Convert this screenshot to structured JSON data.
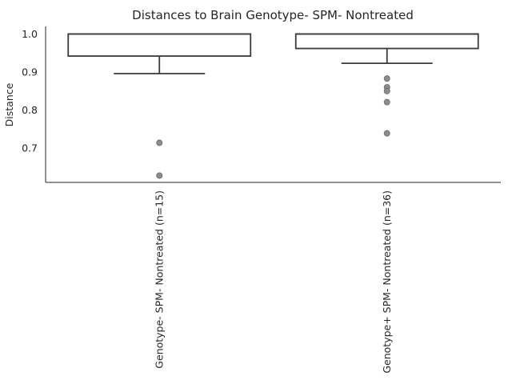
{
  "chart_data": {
    "type": "box",
    "title": "Distances to Brain Genotype- SPM- Nontreated",
    "xlabel": "",
    "ylabel": "Distance",
    "ylim": [
      0.61,
      1.02
    ],
    "yticks": [
      0.7,
      0.8,
      0.9,
      1.0
    ],
    "ytick_labels": [
      "0.7",
      "0.8",
      "0.9",
      "1.0"
    ],
    "grid": false,
    "colors": {
      "box_edge": "#3a3a3a",
      "outlier": "#8c8c8c",
      "axis": "#262626"
    },
    "categories": [
      "Genotype- SPM- Nontreated (n=15)",
      "Genotype+ SPM- Nontreated (n=36)"
    ],
    "series": [
      {
        "category": "Genotype- SPM- Nontreated (n=15)",
        "q1": 0.942,
        "median": 1.0,
        "q3": 1.0,
        "whisker_low": 0.896,
        "whisker_high": 1.0,
        "outliers": [
          0.714,
          0.628
        ]
      },
      {
        "category": "Genotype+ SPM- Nontreated (n=36)",
        "q1": 0.962,
        "median": 1.0,
        "q3": 1.0,
        "whisker_low": 0.923,
        "whisker_high": 1.0,
        "outliers": [
          0.883,
          0.86,
          0.85,
          0.821,
          0.739
        ]
      }
    ]
  }
}
